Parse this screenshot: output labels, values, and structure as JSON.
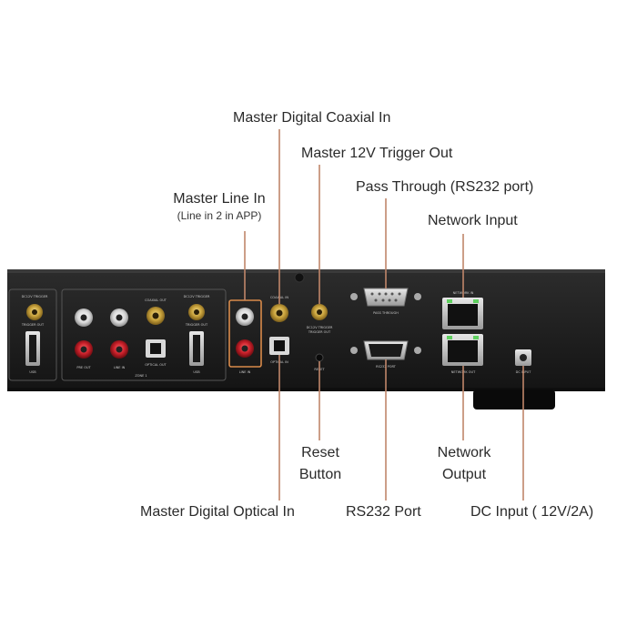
{
  "callouts": {
    "master_digital_coaxial_in": "Master Digital Coaxial In",
    "master_12v_trigger_out": "Master 12V Trigger Out",
    "pass_through": "Pass Through (RS232 port)",
    "master_line_in": "Master Line In",
    "master_line_in_note": "(Line in 2 in APP)",
    "network_input": "Network Input",
    "reset_button_line1": "Reset",
    "reset_button_line2": "Button",
    "network_output_line1": "Network",
    "network_output_line2": "Output",
    "master_digital_optical_in": "Master Digital Optical In",
    "rs232_port": "RS232 Port",
    "dc_input": "DC Input ( 12V/2A)"
  },
  "panel_labels": {
    "dc_trigger_left": "DC12V TRIGGER",
    "trigger_out_left": "TRIGGER OUT",
    "usb_left": "USB",
    "pre_out": "PRE OUT",
    "line_in": "LINE IN",
    "coaxial_out": "COAXIAL OUT",
    "optical_out": "OPTICAL OUT",
    "zone": "ZONE 1",
    "dc_trigger_mid": "DC12V TRIGGER",
    "trigger_out_mid": "TRIGGER OUT",
    "usb_mid": "USB",
    "coaxial_in": "COAXIAL IN",
    "line_in_master": "LINE IN",
    "optical_in": "OPTICAL IN",
    "dc_trigger_master": "DC12V TRIGGER",
    "trigger_out_master": "TRIGGER OUT",
    "reset": "RESET",
    "pass_through_port": "PASS THROUGH",
    "rs232_port_label": "RS232 PORT",
    "network_in": "NETWORK IN",
    "network_out": "NETWORK OUT",
    "dc_input_label": "DC INPUT"
  },
  "colors": {
    "leader_line": "#c0866a",
    "highlight_box": "#d98a4a",
    "chassis": "#1c1c1c",
    "gold_jack": "#c8a23c",
    "red_jack": "#c8202a",
    "rj45_led": "#5fd05f"
  }
}
